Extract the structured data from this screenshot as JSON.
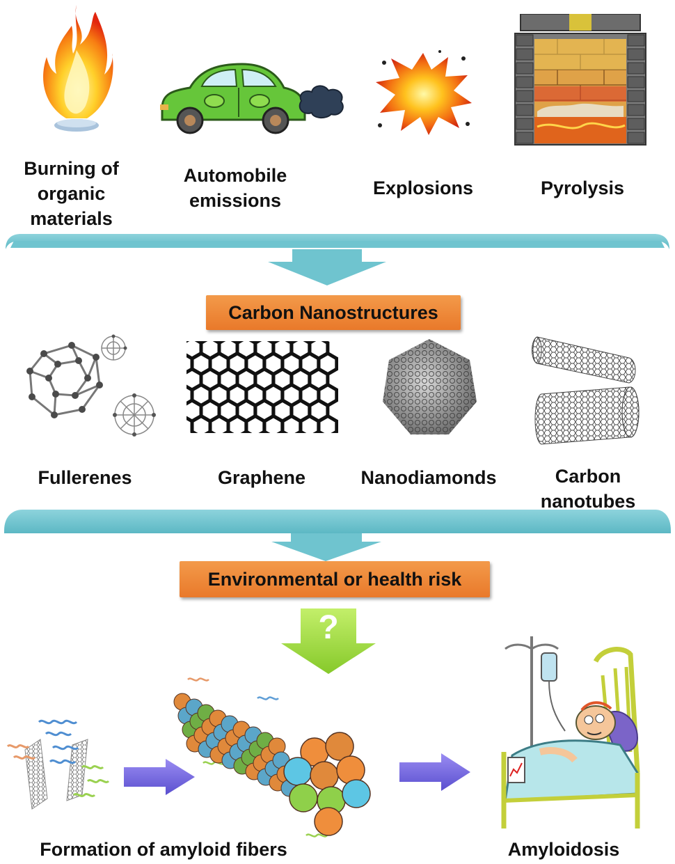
{
  "sources": [
    {
      "label": "Burning of organic materials",
      "lines": [
        "Burning of",
        "organic",
        "materials"
      ],
      "icon": "fire-icon"
    },
    {
      "label": "Automobile emissions",
      "lines": [
        "Automobile",
        "emissions"
      ],
      "icon": "car-icon"
    },
    {
      "label": "Explosions",
      "lines": [
        "Explosions"
      ],
      "icon": "explosion-icon"
    },
    {
      "label": "Pyrolysis",
      "lines": [
        "Pyrolysis"
      ],
      "icon": "furnace-icon"
    }
  ],
  "stage2": {
    "title": "Carbon Nanostructures"
  },
  "nanostructures": [
    {
      "label": "Fullerenes",
      "lines": [
        "Fullerenes"
      ],
      "icon": "fullerene-icon"
    },
    {
      "label": "Graphene",
      "lines": [
        "Graphene"
      ],
      "icon": "graphene-icon"
    },
    {
      "label": "Nanodiamonds",
      "lines": [
        "Nanodiamonds"
      ],
      "icon": "nanodiamond-icon"
    },
    {
      "label": "Carbon nanotubes",
      "lines": [
        "Carbon",
        "nanotubes"
      ],
      "icon": "nanotube-icon"
    }
  ],
  "stage3": {
    "title": "Environmental or health risk",
    "question": "?"
  },
  "outcomes": [
    {
      "label": "Formation of amyloid fibers",
      "icon": "amyloid-fiber-icon"
    },
    {
      "label": "Amyloidosis",
      "icon": "patient-in-bed-icon"
    }
  ],
  "colors": {
    "band": "#6fc4cf",
    "orange_box": "#ee8a3a",
    "green_arrow": "#9ad33a",
    "purple_arrow": "#6f64e0"
  }
}
